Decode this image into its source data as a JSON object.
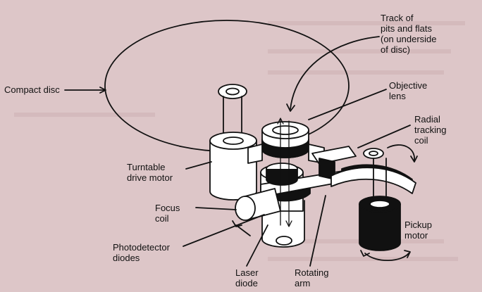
{
  "labels": {
    "compact_disc": "Compact disc",
    "track": "Track of\npits and flats\n(on underside\nof disc)",
    "objective_lens": "Objective\nlens",
    "radial_coil": "Radial\ntracking\ncoil",
    "turntable_motor": "Turntable\ndrive motor",
    "focus_coil": "Focus\ncoil",
    "photodetector": "Photodetector\ndiodes",
    "laser_diode": "Laser\ndiode",
    "rotating_arm": "Rotating\narm",
    "pickup_motor": "Pickup\nmotor"
  },
  "colors": {
    "background": "#ddc6c8",
    "ink": "#111111",
    "show_through": "#c9aeb0"
  }
}
